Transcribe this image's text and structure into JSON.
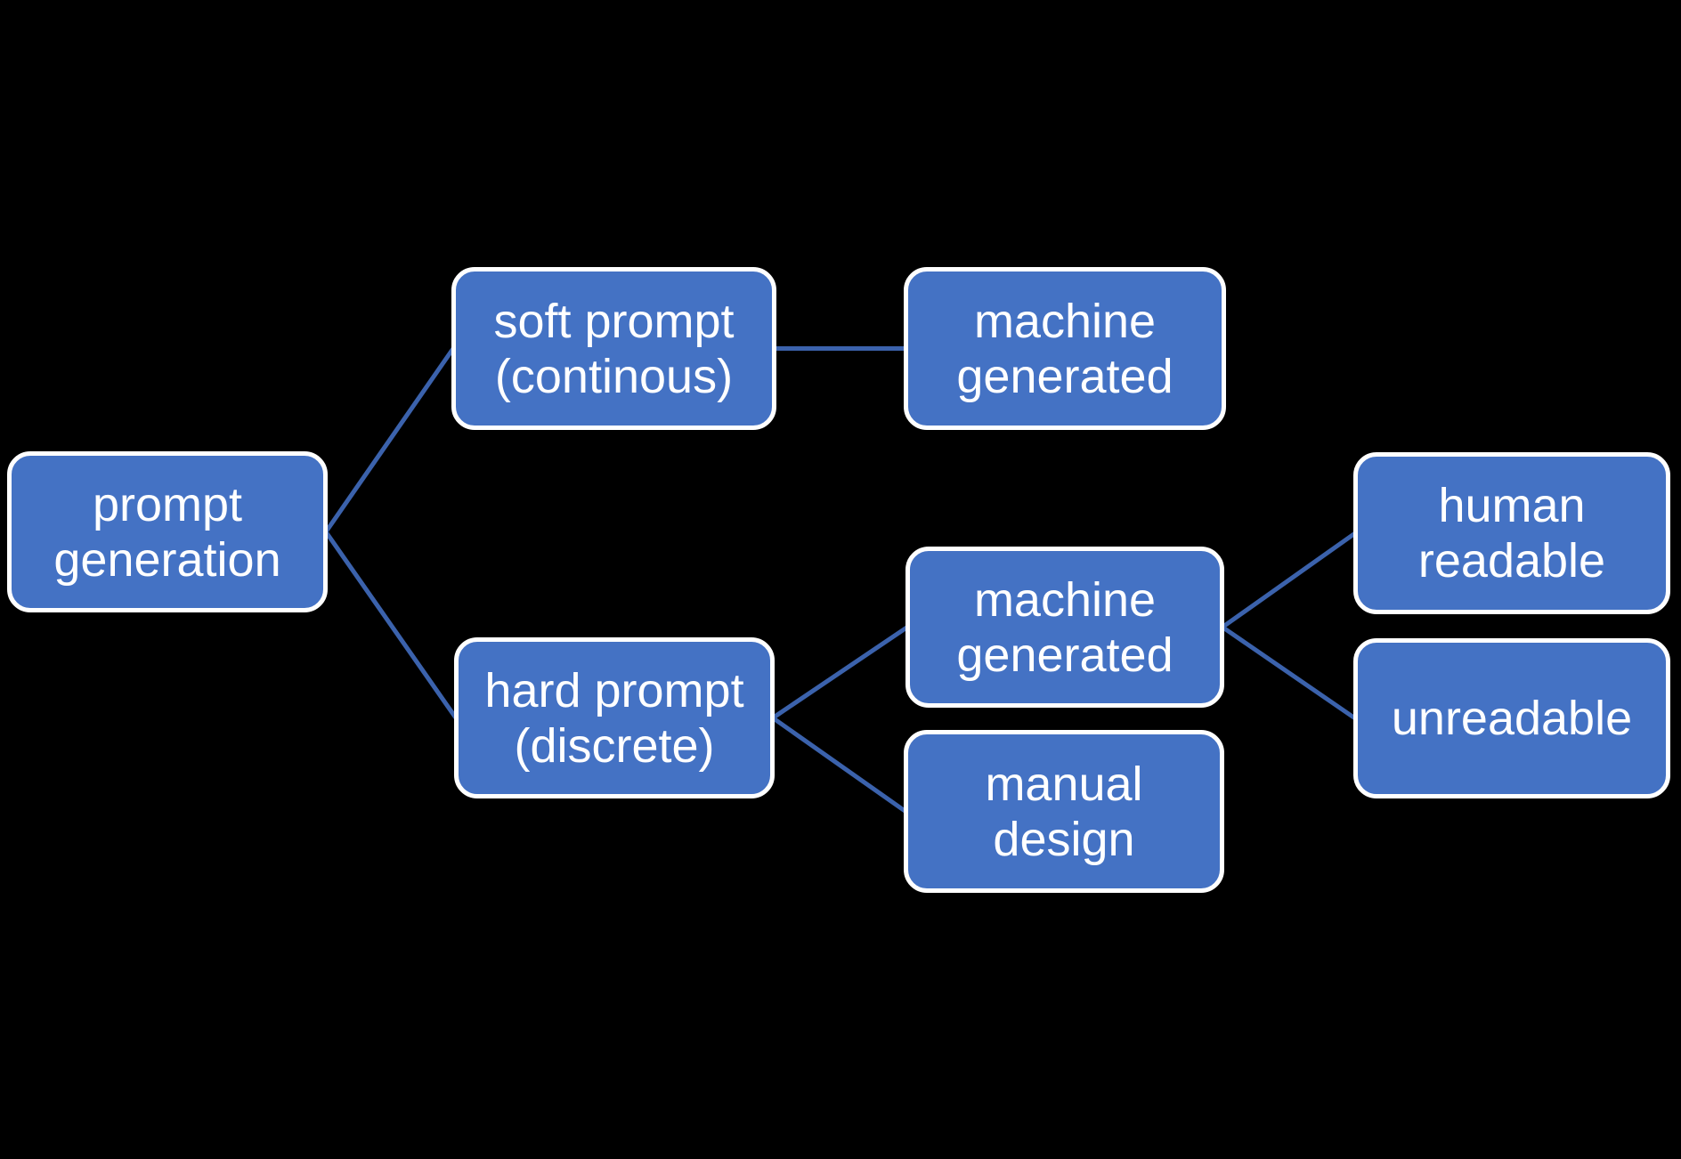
{
  "colors": {
    "background": "#000000",
    "node_fill": "#4472C4",
    "node_border": "#FFFFFF",
    "node_text": "#FFFFFF",
    "connector": "#3B62AC"
  },
  "nodes": [
    {
      "id": "prompt-generation",
      "label": "prompt\ngeneration"
    },
    {
      "id": "soft-prompt",
      "label": "soft prompt\n(continous)"
    },
    {
      "id": "machine-generated-soft",
      "label": "machine\ngenerated"
    },
    {
      "id": "hard-prompt",
      "label": "hard prompt\n(discrete)"
    },
    {
      "id": "machine-generated-hard",
      "label": "machine\ngenerated"
    },
    {
      "id": "manual-design",
      "label": "manual\ndesign"
    },
    {
      "id": "human-readable",
      "label": "human\nreadable"
    },
    {
      "id": "unreadable",
      "label": "unreadable"
    }
  ],
  "edges": [
    {
      "from": "prompt-generation",
      "to": "soft-prompt"
    },
    {
      "from": "prompt-generation",
      "to": "hard-prompt"
    },
    {
      "from": "soft-prompt",
      "to": "machine-generated-soft"
    },
    {
      "from": "hard-prompt",
      "to": "machine-generated-hard"
    },
    {
      "from": "hard-prompt",
      "to": "manual-design"
    },
    {
      "from": "machine-generated-hard",
      "to": "human-readable"
    },
    {
      "from": "machine-generated-hard",
      "to": "unreadable"
    }
  ]
}
